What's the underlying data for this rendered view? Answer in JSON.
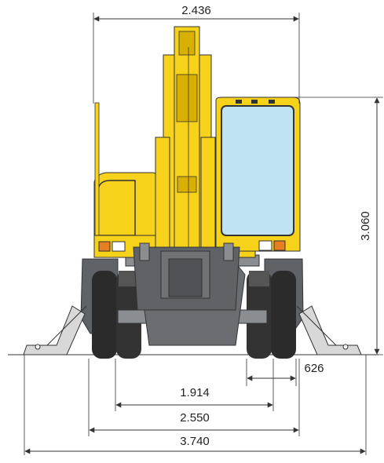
{
  "drawing": {
    "subject": "wheeled excavator front view",
    "colors": {
      "machine_yellow": "#f7d21a",
      "yellow_shadow": "#d9b000",
      "undercarriage_grey": "#5f6368",
      "grey_light": "#8a8e92",
      "tyre": "#2b2b2b",
      "glass": "#bfe3f2",
      "dimension_line": "#333333"
    },
    "dimensions": {
      "top_width": "2.436",
      "height": "3.060",
      "track_offset": "626",
      "inner_track": "1.914",
      "overall_width": "2.550",
      "outrigger_span": "3.740"
    }
  }
}
